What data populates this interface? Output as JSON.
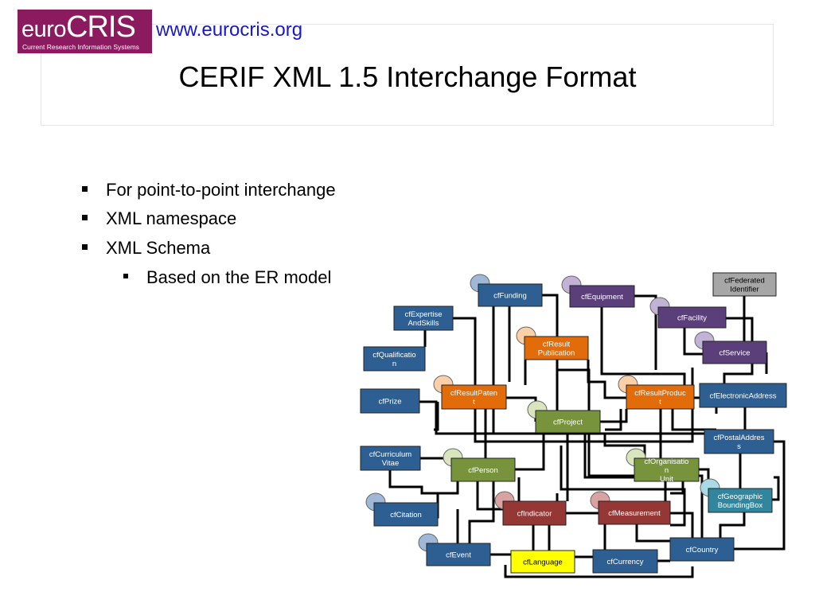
{
  "header": {
    "logo": {
      "word_a": "euro",
      "word_b": "CRIS",
      "subtitle": "Current Research Information Systems"
    },
    "url": "www.eurocris.org",
    "title": "CERIF XML 1.5 Interchange Format"
  },
  "bullets": [
    {
      "text": "For point-to-point interchange",
      "level": 1
    },
    {
      "text": "XML namespace",
      "level": 1
    },
    {
      "text": "XML Schema",
      "level": 1
    },
    {
      "text": "Based on the ER model",
      "level": 2
    }
  ],
  "colors": {
    "blue": "#2e5f93",
    "purple": "#5a3f7a",
    "orange": "#e36c0a",
    "green": "#77933c",
    "red": "#953735",
    "teal": "#31859c",
    "yellow": "#ffff00",
    "gray": "#a6a6a6"
  },
  "diagram": {
    "entities": [
      {
        "id": "funding",
        "lines": [
          "cfFunding"
        ],
        "color": "blue"
      },
      {
        "id": "equipment",
        "lines": [
          "cfEquipment"
        ],
        "color": "purple"
      },
      {
        "id": "federated",
        "lines": [
          "cfFederated",
          "Identifier"
        ],
        "color": "gray"
      },
      {
        "id": "expertise",
        "lines": [
          "cfExpertise",
          "AndSkills"
        ],
        "color": "blue"
      },
      {
        "id": "facility",
        "lines": [
          "cfFacility"
        ],
        "color": "purple"
      },
      {
        "id": "resultpub",
        "lines": [
          "cfResult",
          "Publication"
        ],
        "color": "orange"
      },
      {
        "id": "qualification",
        "lines": [
          "cfQualificatio",
          "n"
        ],
        "color": "blue"
      },
      {
        "id": "service",
        "lines": [
          "cfService"
        ],
        "color": "purple"
      },
      {
        "id": "resultpatent",
        "lines": [
          "cfResultPaten",
          "t"
        ],
        "color": "orange"
      },
      {
        "id": "resultproduct",
        "lines": [
          "cfResultProduc",
          "t"
        ],
        "color": "orange"
      },
      {
        "id": "elecaddr",
        "lines": [
          "cfElectronicAddress"
        ],
        "color": "blue"
      },
      {
        "id": "prize",
        "lines": [
          "cfPrize"
        ],
        "color": "blue"
      },
      {
        "id": "project",
        "lines": [
          "cfProject"
        ],
        "color": "green"
      },
      {
        "id": "postaladdr",
        "lines": [
          "cfPostalAddres",
          "s"
        ],
        "color": "blue"
      },
      {
        "id": "cv",
        "lines": [
          "cfCurriculum",
          "Vitae"
        ],
        "color": "blue"
      },
      {
        "id": "person",
        "lines": [
          "cfPerson"
        ],
        "color": "green"
      },
      {
        "id": "orgunit",
        "lines": [
          "cfOrganisatio",
          "n",
          "Unit"
        ],
        "color": "green"
      },
      {
        "id": "geobbox",
        "lines": [
          "cfGeographic",
          "BoundingBox"
        ],
        "color": "teal"
      },
      {
        "id": "citation",
        "lines": [
          "cfCitation"
        ],
        "color": "blue"
      },
      {
        "id": "indicator",
        "lines": [
          "cfIndicator"
        ],
        "color": "red"
      },
      {
        "id": "measurement",
        "lines": [
          "cfMeasurement"
        ],
        "color": "red"
      },
      {
        "id": "country",
        "lines": [
          "cfCountry"
        ],
        "color": "blue"
      },
      {
        "id": "event",
        "lines": [
          "cfEvent"
        ],
        "color": "blue"
      },
      {
        "id": "language",
        "lines": [
          "cfLanguage"
        ],
        "color": "yellow"
      },
      {
        "id": "currency",
        "lines": [
          "cfCurrency"
        ],
        "color": "blue"
      }
    ]
  }
}
